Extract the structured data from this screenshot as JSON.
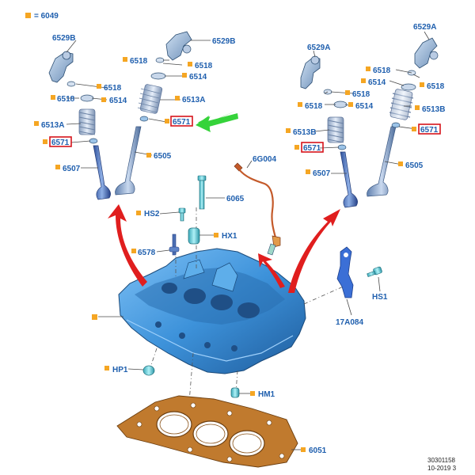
{
  "legend": {
    "symbol_color": "#f5a623",
    "text": "= 6049"
  },
  "colors": {
    "label": "#1f5fae",
    "bullet": "#f5a623",
    "highlight_box": "#d6141c",
    "red_arrow": "#e01e1e",
    "green_arrow": "#35d33a",
    "head_blue": "#3d92da",
    "gasket": "#c07a2e",
    "sensor": "#c45a2a"
  },
  "icons": [
    "valve-icon",
    "spring-icon",
    "rocker-arm-icon",
    "lash-adjuster-icon",
    "cylinder-head-icon",
    "gasket-icon",
    "sensor-icon",
    "bracket-icon",
    "bolt-icon",
    "plug-icon",
    "arrow-icon"
  ],
  "labels": {
    "l6529b_a": "6529B",
    "l6529b_b": "6529B",
    "l6529a_a": "6529A",
    "l6529a_b": "6529A",
    "l6518_1": "6518",
    "l6518_2": "6518",
    "l6518_3": "6518",
    "l6518_4": "6518",
    "l6518_5": "6518",
    "l6518_6": "6518",
    "l6518_7": "6518",
    "l6518_8": "6518",
    "l6514_1": "6514",
    "l6514_2": "6514",
    "l6514_3": "6514",
    "l6514_4": "6514",
    "l6513a_1": "6513A",
    "l6513a_2": "6513A",
    "l6513b_1": "6513B",
    "l6513b_2": "6513B",
    "l6571_1": "6571",
    "l6571_2": "6571",
    "l6571_3": "6571",
    "l6571_4": "6571",
    "l6507_1": "6507",
    "l6507_2": "6507",
    "l6505_1": "6505",
    "l6505_2": "6505",
    "l6g004": "6G004",
    "l6065": "6065",
    "lhs2": "HS2",
    "lhx1": "HX1",
    "l6578": "6578",
    "lhs1": "HS1",
    "l17a084": "17A084",
    "lhp1": "HP1",
    "lhm1": "HM1",
    "l6051": "6051"
  },
  "footer": {
    "id": "30301158",
    "date": "10-2019 3"
  }
}
